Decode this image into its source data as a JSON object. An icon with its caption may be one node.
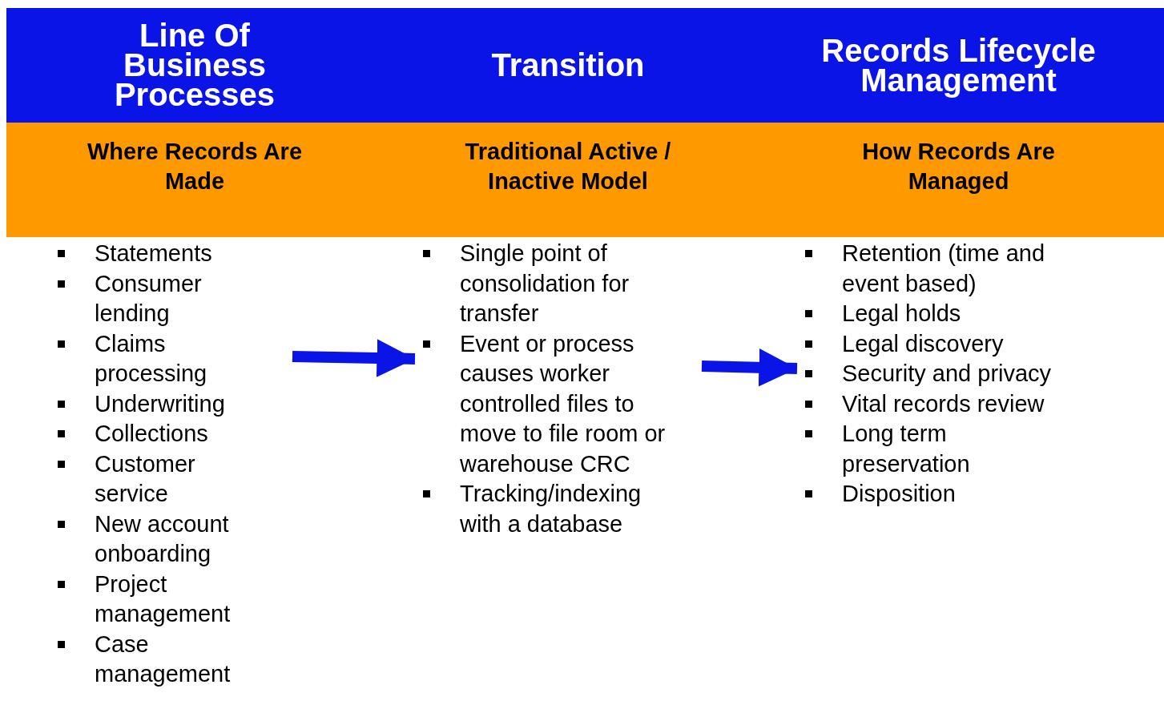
{
  "diagram": {
    "nodes": [
      {
        "text": [
          "Line Of Business Processes"
        ]
      },
      {
        "text": [
          "Transition"
        ]
      },
      {
        "text": [
          "Records Lifecycle Management"
        ]
      },
      {
        "text": [
          "Where Records Are Made"
        ]
      },
      {
        "text": [
          "Traditional Active / Inactive Model"
        ]
      },
      {
        "text": [
          "How Records Are Managed"
        ]
      },
      {
        "text": [
          "Statements",
          "Consumer lending",
          "Claims processing",
          "Underwriting",
          "Collections",
          "Customer service",
          "New account onboarding",
          "Project management",
          "Case management"
        ]
      },
      {
        "text": [
          "Single point of consolidation for transfer",
          "Event or process causes worker controlled files to move to file room or warehouse CRC",
          "Tracking/indexing with a database"
        ]
      },
      {
        "text": [
          "Retention (time and event based)",
          "Legal holds",
          "Legal discovery",
          "Security and privacy",
          "Vital records review",
          "Long term preservation",
          "Disposition"
        ]
      }
    ],
    "edges": [
      {
        "from": 6,
        "to": 7,
        "arrow": "to"
      },
      {
        "from": 7,
        "to": 8,
        "arrow": "to"
      }
    ]
  }
}
